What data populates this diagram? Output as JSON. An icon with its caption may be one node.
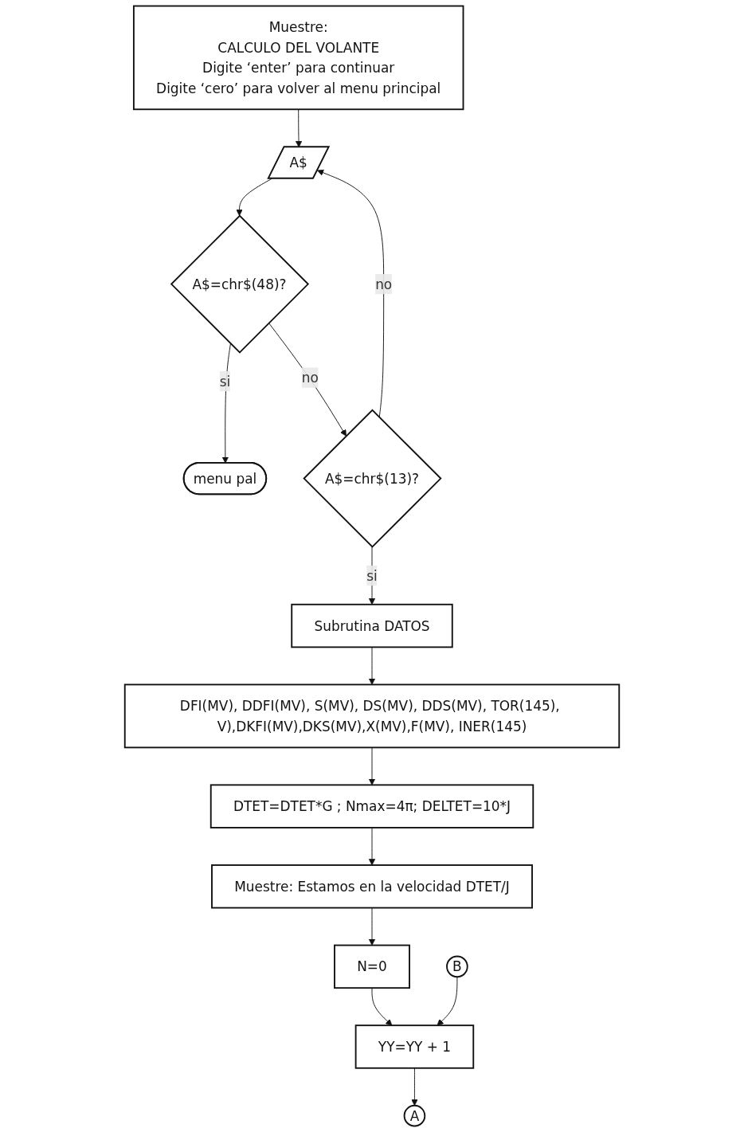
{
  "diagram": {
    "nodes": [
      {
        "text": [
          "Muestre:",
          "CALCULO DEL VOLANTE",
          "Digite ‘enter’ para continuar",
          "Digite ‘cero’ para volver al menu principal"
        ]
      },
      {
        "text": [
          "A$"
        ]
      },
      {
        "text": [
          "A$=chr$(48)?"
        ]
      },
      {
        "text": [
          "menu pal"
        ]
      },
      {
        "text": [
          "A$=chr$(13)?"
        ]
      },
      {
        "text": [
          "Subrutina DATOS"
        ]
      },
      {
        "text": [
          "DFI(MV), DDFI(MV), S(MV), DS(MV), DDS(MV), TOR(145), V),DKFI(MV),DKS(MV),X(MV),F(MV), INER(145)"
        ]
      },
      {
        "text": [
          "DTET=DTET*G ; Nmax=4π; DELTET=10*J"
        ]
      },
      {
        "text": [
          "Muestre: Estamos en la velocidad DTET/J"
        ]
      },
      {
        "text": [
          "N=0"
        ]
      },
      {
        "text": [
          "YY=YY + 1"
        ]
      },
      {
        "text": [
          "A"
        ]
      },
      {
        "text": [
          "B"
        ]
      }
    ],
    "edges": [
      {
        "from": 0,
        "to": 1,
        "arrow": "to"
      },
      {
        "from": 1,
        "to": 2,
        "arrow": "to"
      },
      {
        "from": 2,
        "to": 3,
        "arrow": "to",
        "label": "si"
      },
      {
        "from": 2,
        "to": 4,
        "arrow": "to",
        "label": "no"
      },
      {
        "from": 4,
        "to": 1,
        "arrow": "to",
        "label": "no"
      },
      {
        "from": 4,
        "to": 5,
        "arrow": "to",
        "label": "si"
      },
      {
        "from": 5,
        "to": 6,
        "arrow": "to"
      },
      {
        "from": 6,
        "to": 7,
        "arrow": "to"
      },
      {
        "from": 7,
        "to": 8,
        "arrow": "to"
      },
      {
        "from": 8,
        "to": 9,
        "arrow": "to"
      },
      {
        "from": 9,
        "to": 10,
        "arrow": "to"
      },
      {
        "from": 10,
        "to": 11,
        "arrow": "to"
      },
      {
        "from": 12,
        "to": 10,
        "arrow": "to"
      }
    ]
  }
}
